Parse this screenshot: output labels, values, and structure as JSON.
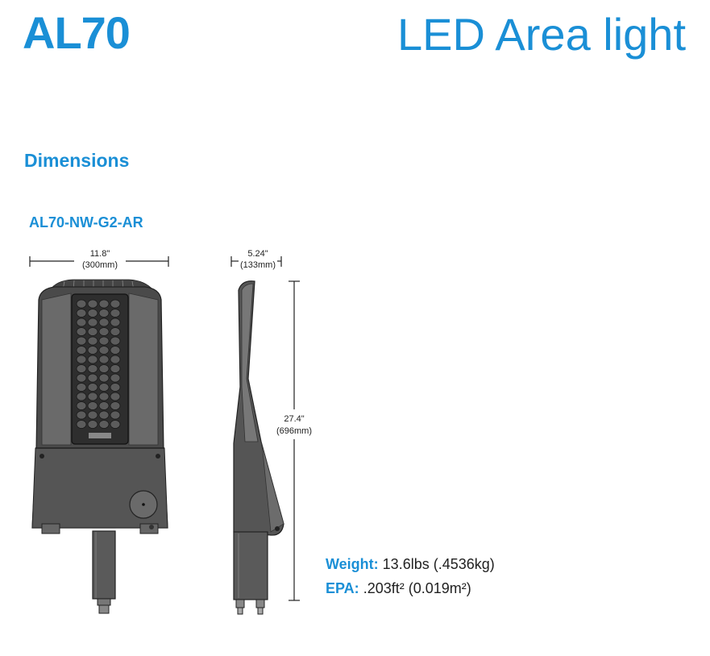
{
  "header": {
    "model": "AL70",
    "product": "LED Area light"
  },
  "section": {
    "heading": "Dimensions",
    "variant": "AL70-NW-G2-AR"
  },
  "dimensions": {
    "width_in": "11.8\"",
    "width_mm": "(300mm)",
    "depth_in": "5.24\"",
    "depth_mm": "(133mm)",
    "length_in": "27.4\"",
    "length_mm": "(696mm)"
  },
  "specs": {
    "weight_label": "Weight:",
    "weight_value": "13.6lbs (.4536kg)",
    "epa_label": "EPA:",
    "epa_value": ".203ft² (0.019m²)"
  },
  "colors": {
    "accent": "#1a8fd6",
    "line": "#222222",
    "fixture_dark": "#3a3a3a",
    "fixture_mid": "#5a5a5a"
  }
}
